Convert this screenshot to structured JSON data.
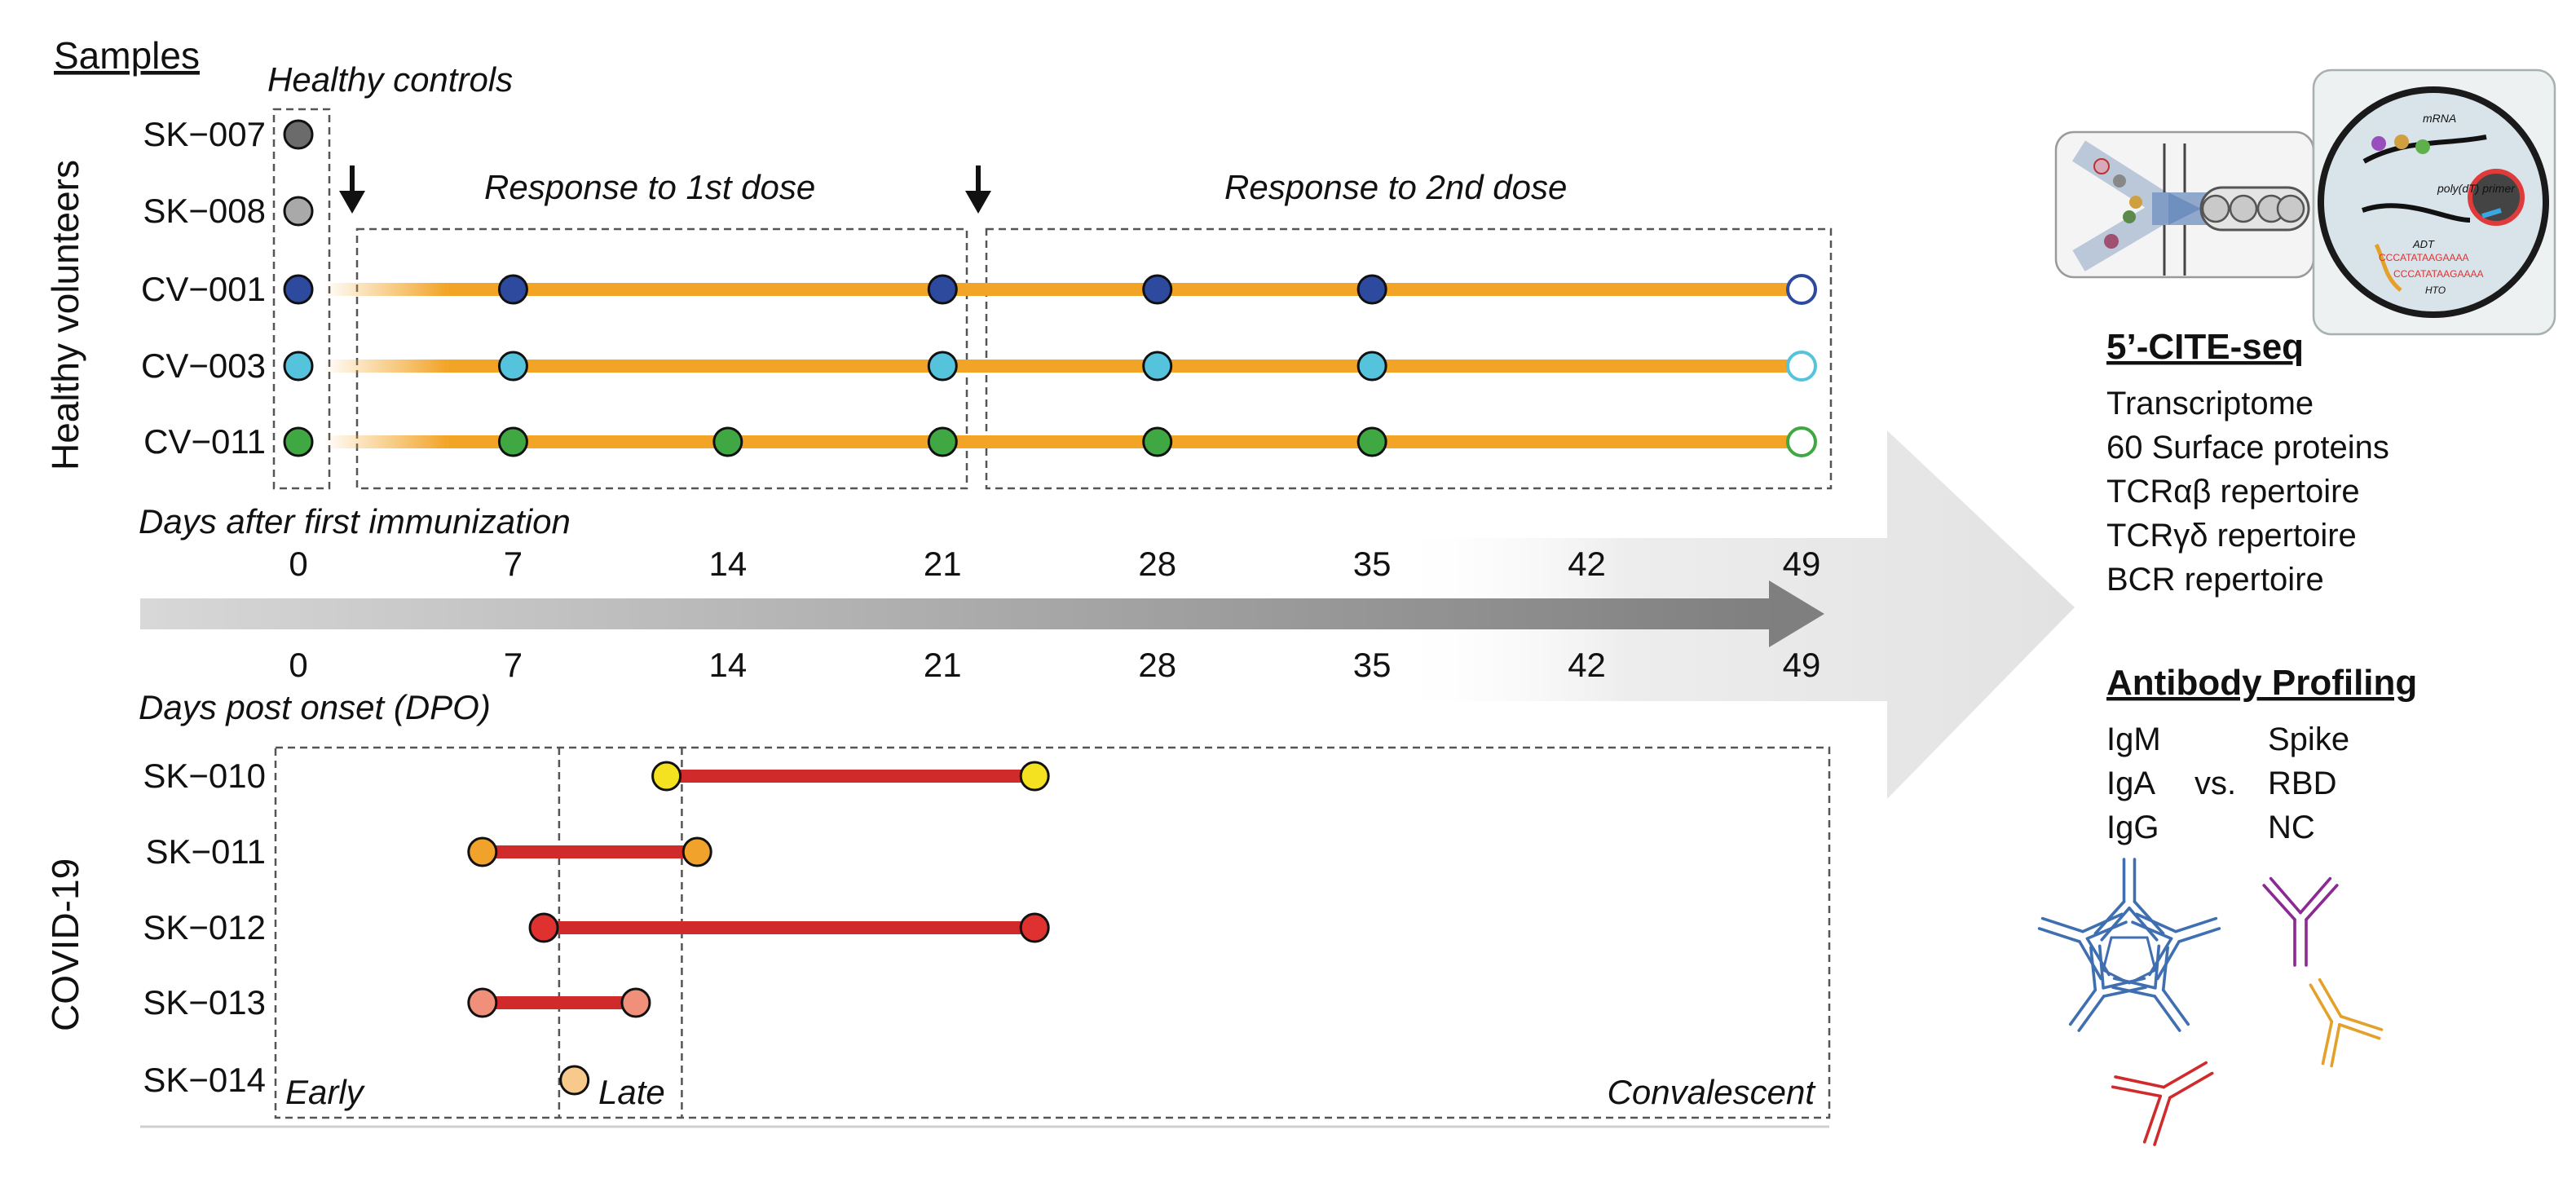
{
  "samples_heading": "Samples",
  "healthy_controls_label": "Healthy controls",
  "healthy_volunteers_label": "Healthy volunteers",
  "covid_label": "COVID-19",
  "response_1": "Response to 1st dose",
  "response_2": "Response to 2nd dose",
  "axis_top_label": "Days after first immunization",
  "axis_bottom_label": "Days post onset (DPO)",
  "axis_ticks": [
    0,
    7,
    14,
    21,
    28,
    35,
    42,
    49
  ],
  "phases": {
    "early": "Early",
    "late": "Late",
    "convalescent": "Convalescent"
  },
  "colors": {
    "healthy_line": "#f2a427",
    "covid_line": "#d12a2a",
    "axis_arrow": "#8a8a8a",
    "big_arrow": "#e6e6e6"
  },
  "chart_data": {
    "type": "timeline",
    "x_units": "days",
    "xlim": [
      0,
      49
    ],
    "healthy_controls": [
      {
        "id": "SK−007",
        "color": "#6b6b6b",
        "day": 0
      },
      {
        "id": "SK−008",
        "color": "#a9a9a9",
        "day": 0
      }
    ],
    "dose_markers_days": [
      1.8,
      21.8
    ],
    "vaccinated": [
      {
        "id": "CV−001",
        "color": "#2e4a9e",
        "days": [
          7,
          21,
          28,
          35
        ],
        "open_end": 49
      },
      {
        "id": "CV−003",
        "color": "#56c3dc",
        "days": [
          7,
          21,
          28,
          35
        ],
        "open_end": 49
      },
      {
        "id": "CV−011",
        "color": "#3fa842",
        "days": [
          7,
          14,
          21,
          28,
          35
        ],
        "open_end": 49
      }
    ],
    "covid": [
      {
        "id": "SK−010",
        "color": "#f4e11f",
        "days": [
          12,
          24
        ]
      },
      {
        "id": "SK−011",
        "color": "#f0a22a",
        "days": [
          6,
          13
        ]
      },
      {
        "id": "SK−012",
        "color": "#e03131",
        "days": [
          8,
          24
        ]
      },
      {
        "id": "SK−013",
        "color": "#f0907a",
        "days": [
          6,
          11
        ]
      },
      {
        "id": "SK−014",
        "color": "#f7c98a",
        "days": [
          9
        ]
      }
    ],
    "phase_boundaries_days": [
      8.5,
      12.5
    ]
  },
  "cite_seq": {
    "title": "5’-CITE-seq",
    "items": [
      "Transcriptome",
      "60 Surface proteins",
      "TCRαβ repertoire",
      "TCRγδ repertoire",
      "BCR repertoire"
    ]
  },
  "antibody": {
    "title": "Antibody Profiling",
    "isotypes": [
      "IgM",
      "IgA",
      "IgG"
    ],
    "vs": "vs.",
    "antigens": [
      "Spike",
      "RBD",
      "NC"
    ],
    "colors": {
      "igm": "#3f6fb0",
      "iga": "#8a2a92",
      "igg_gold": "#e3a12a",
      "igg_red": "#d12a2a"
    }
  },
  "schematic": {
    "texts": [
      "mRNA",
      "poly(dT)\nprimer",
      "ADT",
      "CCCATATAAGAAAA",
      "CCCATATAAGAAAA",
      "HTO"
    ]
  }
}
